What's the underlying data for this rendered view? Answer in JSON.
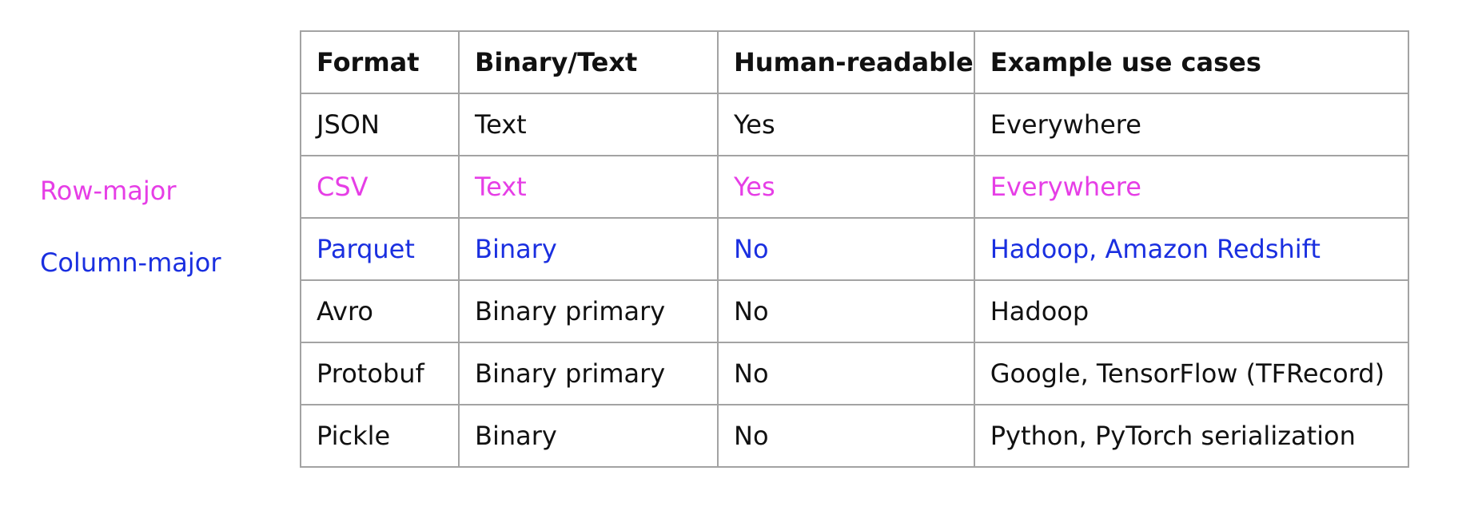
{
  "annotations": {
    "row_major": "Row-major",
    "column_major": "Column-major"
  },
  "colors": {
    "row_major": "#e63ee6",
    "column_major": "#1a2fe0",
    "text": "#111111",
    "border": "#a3a3a3"
  },
  "table": {
    "headers": [
      "Format",
      "Binary/Text",
      "Human-readable",
      "Example use cases"
    ],
    "rows": [
      {
        "highlight": "",
        "cells": [
          "JSON",
          "Text",
          "Yes",
          "Everywhere"
        ]
      },
      {
        "highlight": "row-major",
        "cells": [
          "CSV",
          "Text",
          "Yes",
          "Everywhere"
        ]
      },
      {
        "highlight": "column-major",
        "cells": [
          "Parquet",
          "Binary",
          "No",
          "Hadoop, Amazon Redshift"
        ]
      },
      {
        "highlight": "",
        "cells": [
          "Avro",
          "Binary primary",
          "No",
          "Hadoop"
        ]
      },
      {
        "highlight": "",
        "cells": [
          "Protobuf",
          "Binary primary",
          "No",
          "Google, TensorFlow (TFRecord)"
        ]
      },
      {
        "highlight": "",
        "cells": [
          "Pickle",
          "Binary",
          "No",
          "Python, PyTorch serialization"
        ]
      }
    ]
  }
}
